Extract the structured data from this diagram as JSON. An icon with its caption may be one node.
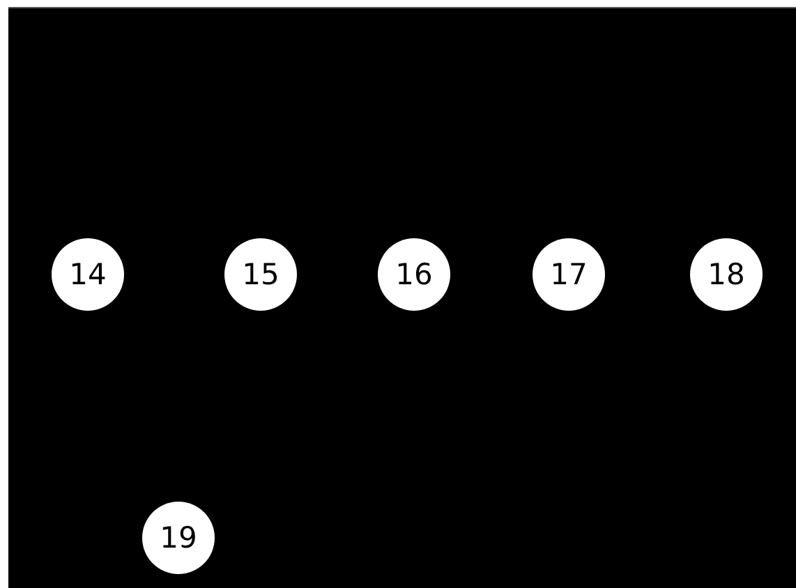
{
  "diagram": {
    "labels": [
      "14",
      "15",
      "16",
      "17",
      "18",
      "19"
    ]
  }
}
